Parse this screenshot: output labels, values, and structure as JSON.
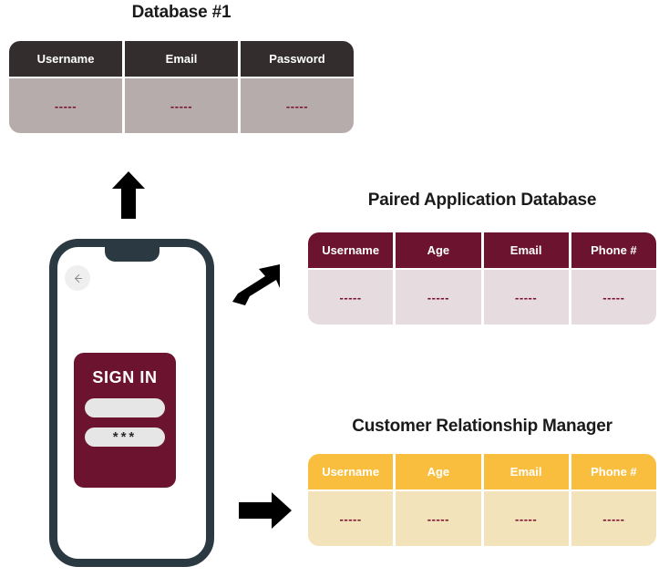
{
  "diagram": {
    "title_db1": "Database #1",
    "title_paired": "Paired Application Database",
    "title_crm": "Customer Relationship Manager",
    "cell_placeholder": "-----",
    "colors": {
      "db1_header": "#332E2D",
      "db1_body": "#B6ACAC",
      "paired_header": "#6C142F",
      "paired_body": "#E6DCE0",
      "crm_header": "#F9BE3D",
      "crm_body": "#F2E3BB",
      "cell_text": "#7A1030",
      "phone_frame": "#2B3A42",
      "arrow": "#000000"
    }
  },
  "table_db1": {
    "columns": [
      "Username",
      "Email",
      "Password"
    ],
    "rows": [
      [
        "-----",
        "-----",
        "-----"
      ]
    ]
  },
  "table_paired": {
    "columns": [
      "Username",
      "Age",
      "Email",
      "Phone #"
    ],
    "rows": [
      [
        "-----",
        "-----",
        "-----",
        "-----"
      ]
    ]
  },
  "table_crm": {
    "columns": [
      "Username",
      "Age",
      "Email",
      "Phone #"
    ],
    "rows": [
      [
        "-----",
        "-----",
        "-----",
        "-----"
      ]
    ]
  },
  "phone": {
    "back_icon": "arrow-left-icon",
    "signin_title": "SIGN IN",
    "username_value": "",
    "password_value": "***"
  },
  "arrows": [
    {
      "name": "arrow-up-icon",
      "direction": "up"
    },
    {
      "name": "arrow-up-right-icon",
      "direction": "up-right"
    },
    {
      "name": "arrow-right-icon",
      "direction": "right"
    }
  ]
}
